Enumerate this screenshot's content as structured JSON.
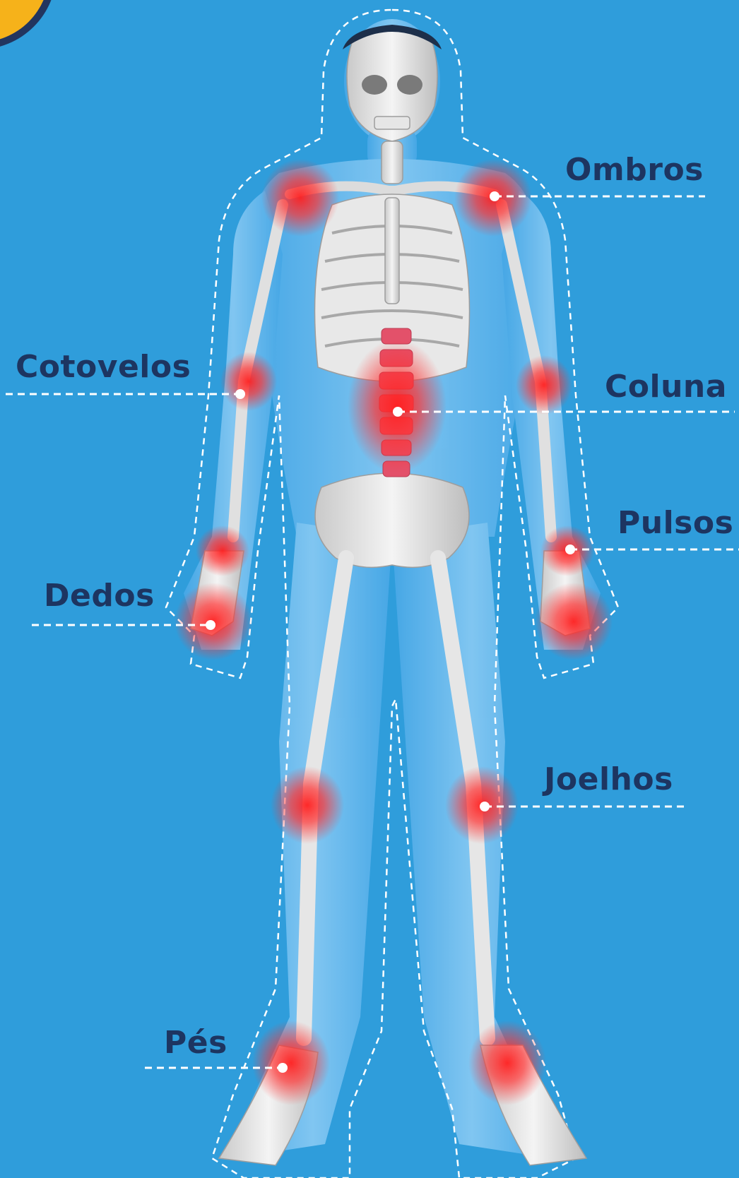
{
  "labels": {
    "ombros": "Ombros",
    "cotovelos": "Cotovelos",
    "coluna": "Coluna",
    "pulsos": "Pulsos",
    "dedos": "Dedos",
    "joelhos": "Joelhos",
    "pes": "Pés"
  },
  "colors": {
    "background": "#2f9ddb",
    "label": "#1d3561",
    "highlight": "#ff2a2a",
    "badge": "#f6b21a"
  }
}
